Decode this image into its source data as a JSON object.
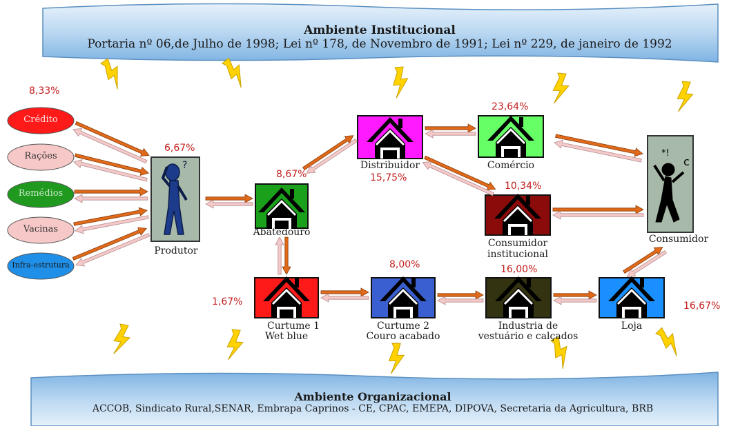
{
  "top_banner": {
    "title": "Ambiente Institucional",
    "subtitle": "Portaria nº 06,de Julho de 1998; Lei nº 178, de Novembro de 1991; Lei nº 229, de janeiro de 1992"
  },
  "bottom_banner": {
    "title": "Ambiente Organizacional",
    "subtitle": "ACCOB, Sindicato Rural,SENAR, Embrapa Caprinos - CE, CPAC, EMEPA, DIPOVA, Secretaria da Agricultura, BRB"
  },
  "inputs": {
    "percent": "8,33%",
    "items": [
      {
        "label": "Crédito",
        "color": "#ff1a1a",
        "text_color": "#ffe0e0"
      },
      {
        "label": "Rações",
        "color": "#f7c8c8",
        "text_color": "#333333"
      },
      {
        "label": "Remédios",
        "color": "#1f9a1f",
        "text_color": "#c8e8c8"
      },
      {
        "label": "Vacinas",
        "color": "#f7c8c8",
        "text_color": "#333333"
      },
      {
        "label": "Infra-estrutura",
        "color": "#1f8fe8",
        "text_color": "#1a1a1a"
      }
    ]
  },
  "nodes": {
    "produtor": {
      "label": "Produtor",
      "percent": "6,67%"
    },
    "abatedouro": {
      "label": "Abatedouro",
      "percent": "8,67%",
      "color": "#1aa01a"
    },
    "distribuidor": {
      "label": "Distribuidor",
      "percent": "15,75%",
      "color": "#ff1aff"
    },
    "comercio": {
      "label": "Comércio",
      "percent": "23,64%",
      "color": "#66ff66"
    },
    "consumidor_inst": {
      "label_line1": "Consumidor",
      "label_line2": "institucional",
      "percent": "10,34%",
      "color": "#8b0a0a"
    },
    "consumidor": {
      "label": "Consumidor"
    },
    "curtume1": {
      "label_line1": "Curtume 1",
      "label_line2": "Wet blue",
      "percent": "1,67%",
      "color": "#ff1a1a"
    },
    "curtume2": {
      "label_line1": "Curtume 2",
      "label_line2": "Couro acabado",
      "percent": "8,00%",
      "color": "#3a5fd0"
    },
    "industria": {
      "label_line1": "Industria de",
      "label_line2": "vestuário e calçados",
      "percent": "16,00%",
      "color": "#333311"
    },
    "loja": {
      "label": "Loja",
      "percent": "16,67%",
      "color": "#1a8fff"
    }
  },
  "colors": {
    "banner_fill": "#aed0ee",
    "banner_stroke": "#5a8fc0",
    "arrow_orange": "#e06a1a",
    "arrow_pink": "#f3c9c9",
    "lightning": "#ffd200",
    "percent_text": "#c41e1e"
  }
}
